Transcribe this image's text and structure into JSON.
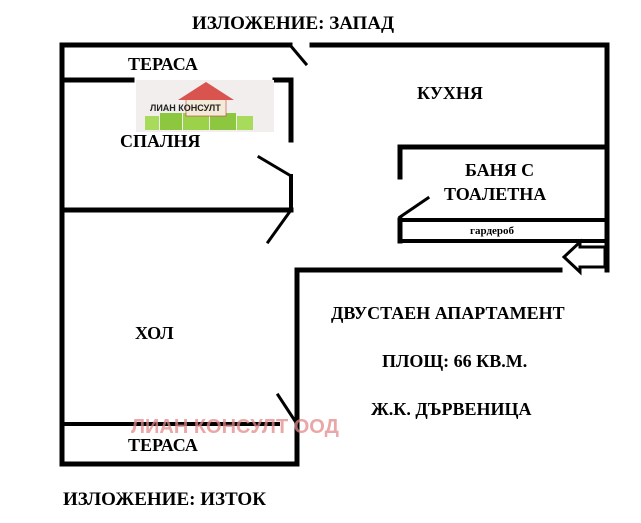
{
  "header": {
    "orientation_top": "ИЗЛОЖЕНИЕ: ЗАПАД"
  },
  "footer": {
    "orientation_bottom": "ИЗЛОЖЕНИЕ:  ИЗТОК"
  },
  "rooms": {
    "terrace_top": "ТЕРАСА",
    "bedroom": "СПАЛНЯ",
    "kitchen": "КУХНЯ",
    "bathroom_line1": "БАНЯ С",
    "bathroom_line2": "ТОАЛЕТНА",
    "wardrobe": "гардероб",
    "hall": "ХОЛ",
    "terrace_bottom": "ТЕРАСА"
  },
  "info": {
    "type": "ДВУСТАЕН АПАРТАМЕНТ",
    "area": "ПЛОЩ: 66 КВ.М.",
    "location": "Ж.К. ДЪРВЕНИЦА"
  },
  "watermark": "ЛИАН КОНСУЛТ ООД",
  "logo": {
    "text": "ЛИАН КОНСУЛТ"
  },
  "colors": {
    "walls": "#000000",
    "watermark": "#e38a8a",
    "logo_roof": "#d9534f",
    "logo_blocks": "#8dc63f"
  }
}
